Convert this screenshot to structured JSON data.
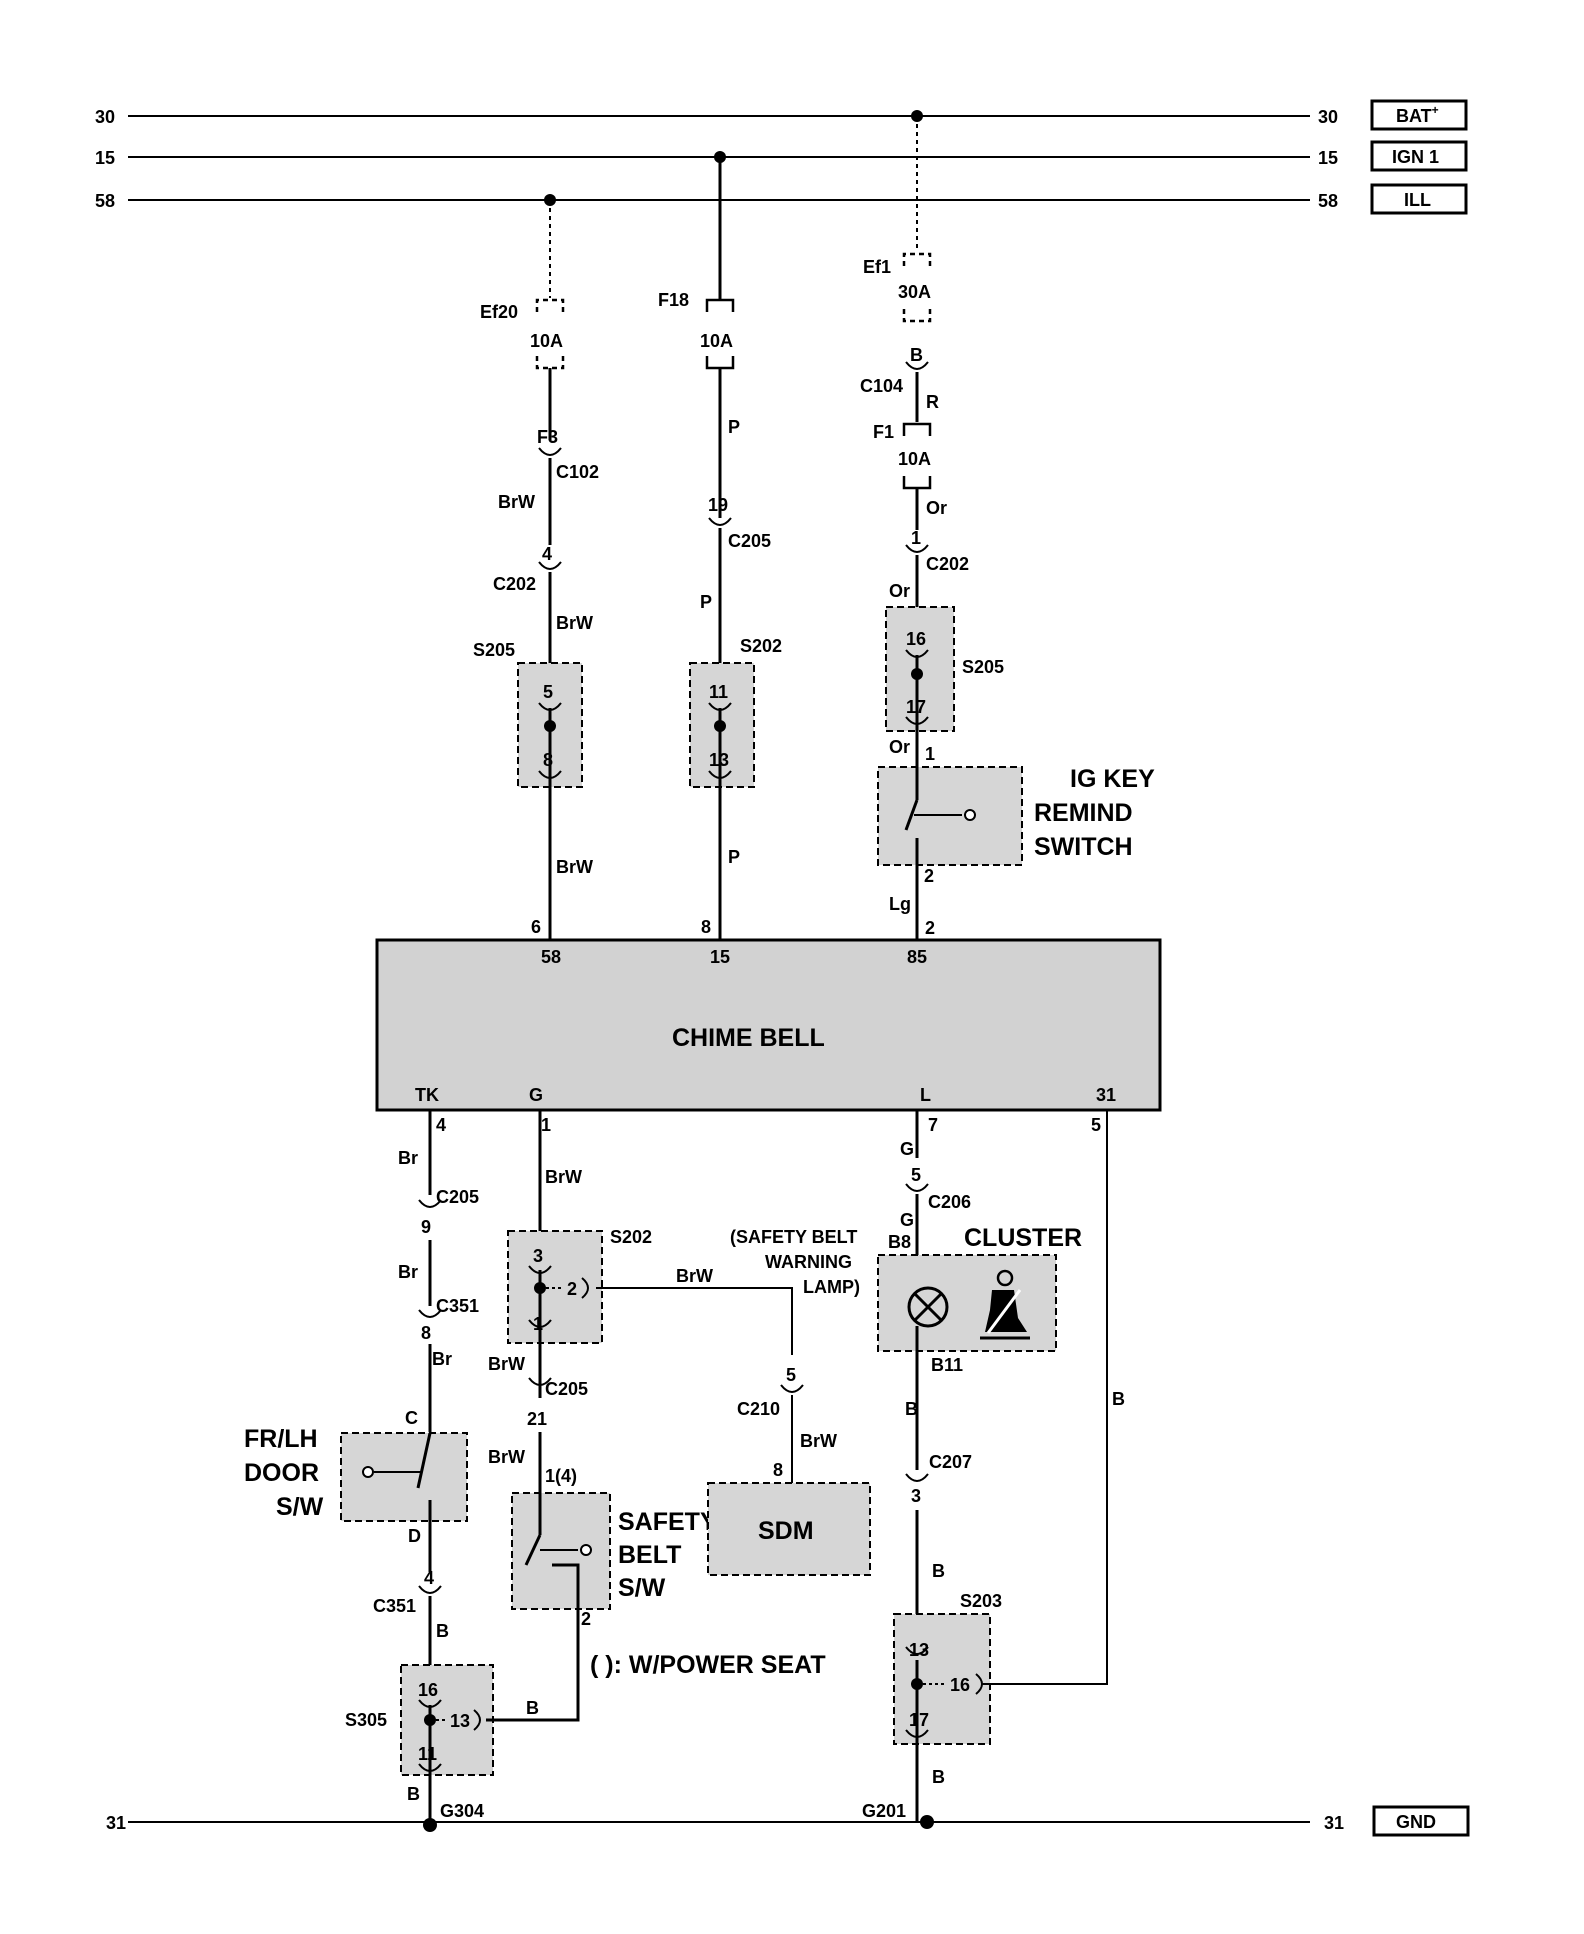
{
  "buses": {
    "bat": {
      "num": "30",
      "label": "BAT",
      "sup": "+"
    },
    "ign": {
      "num": "15",
      "label": "IGN 1"
    },
    "ill": {
      "num": "58",
      "label": "ILL"
    },
    "gnd": {
      "num": "31",
      "label": "GND"
    }
  },
  "fuses": {
    "ef20": {
      "name": "Ef20",
      "rating": "10A"
    },
    "f18": {
      "name": "F18",
      "rating": "10A"
    },
    "ef1": {
      "name": "Ef1",
      "rating": "30A"
    },
    "f1": {
      "name": "F1",
      "rating": "10A"
    }
  },
  "connectors": {
    "c102": "C102",
    "c104": "C104",
    "c202": "C202",
    "c205": "C205",
    "c206": "C206",
    "c207": "C207",
    "c210": "C210",
    "c351": "C351"
  },
  "splices": {
    "s205": "S205",
    "s202": "S202",
    "s203": "S203",
    "s305": "S305"
  },
  "grounds": {
    "g304": "G304",
    "g201": "G201"
  },
  "wires": {
    "brw": "BrW",
    "p": "P",
    "r": "R",
    "or": "Or",
    "lg": "Lg",
    "br": "Br",
    "g": "G",
    "b": "B"
  },
  "pins": {
    "b": "B",
    "f3": "F3",
    "n1": "1",
    "n2": "2",
    "n3": "3",
    "n4": "4",
    "n5": "5",
    "n6": "6",
    "n7": "7",
    "n8": "8",
    "n9": "9",
    "n11": "11",
    "n13": "13",
    "n16": "16",
    "n17": "17",
    "n19": "19",
    "n21": "21",
    "n1_4": "1(4)",
    "c": "C",
    "d": "D",
    "b8": "B8",
    "b11": "B11"
  },
  "chime": {
    "title": "CHIME BELL",
    "in_58": "58",
    "in_15": "15",
    "in_85": "85",
    "out_tk": "TK",
    "out_g": "G",
    "out_l": "L",
    "out_31": "31"
  },
  "components": {
    "ig_key": [
      "IG KEY",
      "REMIND",
      "SWITCH"
    ],
    "cluster": "CLUSTER",
    "lamp": [
      "(SAFETY BELT",
      "WARNING",
      "LAMP)"
    ],
    "door": [
      "FR/LH",
      "DOOR",
      "S/W"
    ],
    "seat_belt": [
      "SAFETY",
      "BELT",
      "S/W"
    ],
    "sdm": "SDM",
    "power_seat_note": "(      ): W/POWER SEAT"
  },
  "icons": {
    "lamp": "lamp-x-icon",
    "seatbelt": "seatbelt-icon",
    "switch": "switch-icon",
    "ground": "ground-icon"
  }
}
